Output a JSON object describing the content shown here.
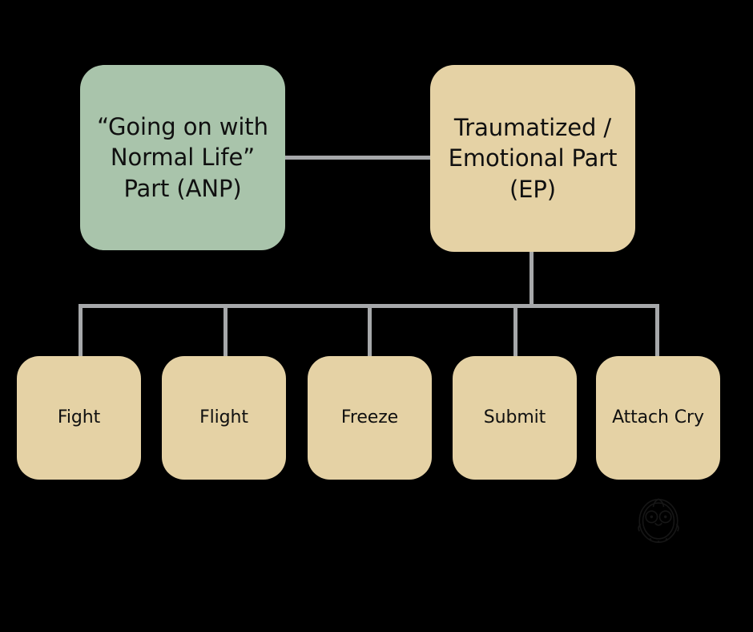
{
  "diagram": {
    "type": "hierarchy",
    "background_color": "#000000",
    "connector_color": "#a6a8aa",
    "nodes": {
      "anp": {
        "label": "“Going on with Normal Life” Part (ANP)",
        "line1": "“Going on with",
        "line2": "Normal Life”",
        "line3": "Part (ANP)",
        "color": "#a9c4ab"
      },
      "ep": {
        "label": "Traumatized / Emotional Part (EP)",
        "line1": "Traumatized /",
        "line2": "Emotional Part",
        "line3": "(EP)",
        "color": "#e5d2a5"
      }
    },
    "children": [
      {
        "label": "Fight",
        "color": "#e5d2a5"
      },
      {
        "label": "Flight",
        "color": "#e5d2a5"
      },
      {
        "label": "Freeze",
        "color": "#e5d2a5"
      },
      {
        "label": "Submit",
        "color": "#e5d2a5"
      },
      {
        "label": "Attach Cry",
        "color": "#e5d2a5"
      }
    ]
  }
}
